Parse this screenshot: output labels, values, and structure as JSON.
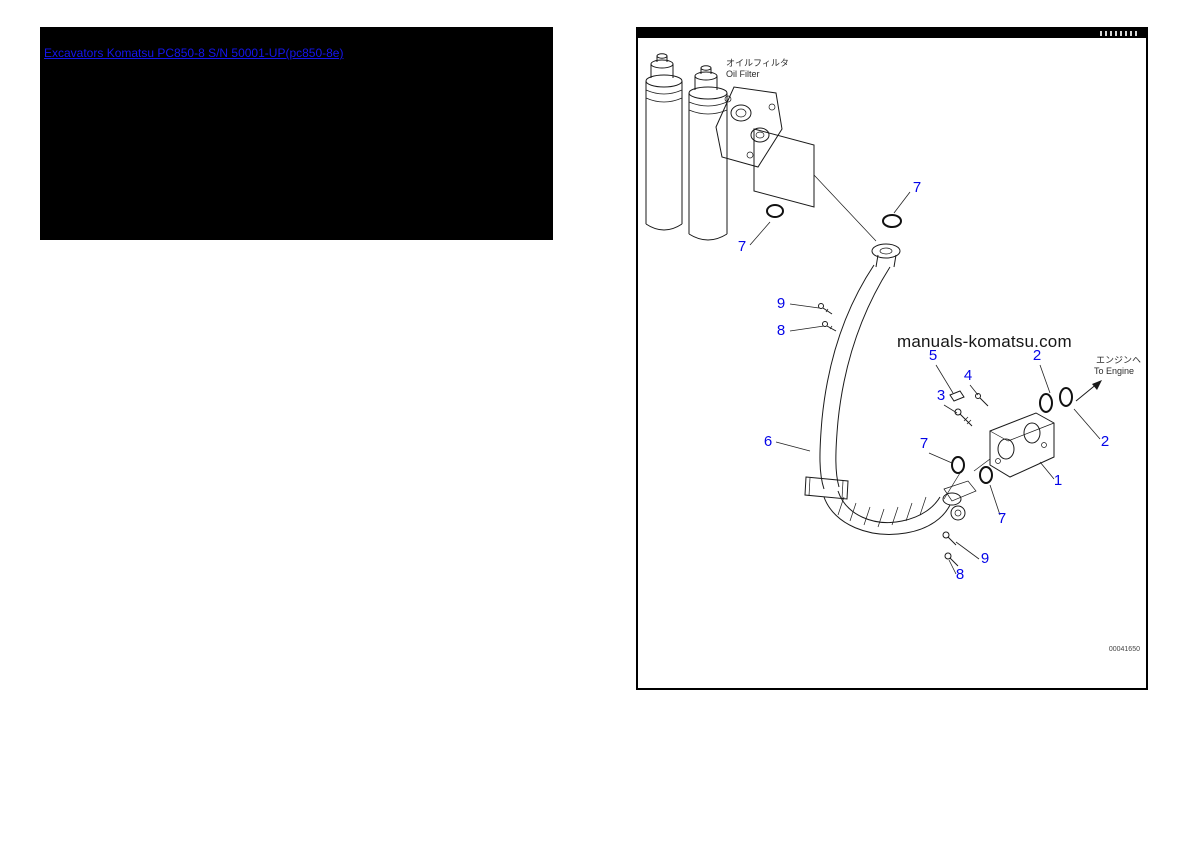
{
  "header_box": {
    "link_text": "Excavators Komatsu PC850-8 S/N 50001-UP(pc850-8e)"
  },
  "diagram": {
    "filter_label_jp": "オイルフィルタ",
    "filter_label_en": "Oil Filter",
    "engine_label_jp": "エンジンヘ",
    "engine_label_en": "To Engine",
    "watermark": "manuals-komatsu.com",
    "figure_number": "00041650",
    "callouts": [
      {
        "label": "7"
      },
      {
        "label": "7"
      },
      {
        "label": "9"
      },
      {
        "label": "8"
      },
      {
        "label": "5"
      },
      {
        "label": "2"
      },
      {
        "label": "4"
      },
      {
        "label": "3"
      },
      {
        "label": "6"
      },
      {
        "label": "7"
      },
      {
        "label": "2"
      },
      {
        "label": "1"
      },
      {
        "label": "7"
      },
      {
        "label": "9"
      },
      {
        "label": "8"
      }
    ]
  },
  "colors": {
    "link_blue": "#1515ee",
    "callout_blue": "#0404e8",
    "line_black": "#1a1a1a"
  }
}
